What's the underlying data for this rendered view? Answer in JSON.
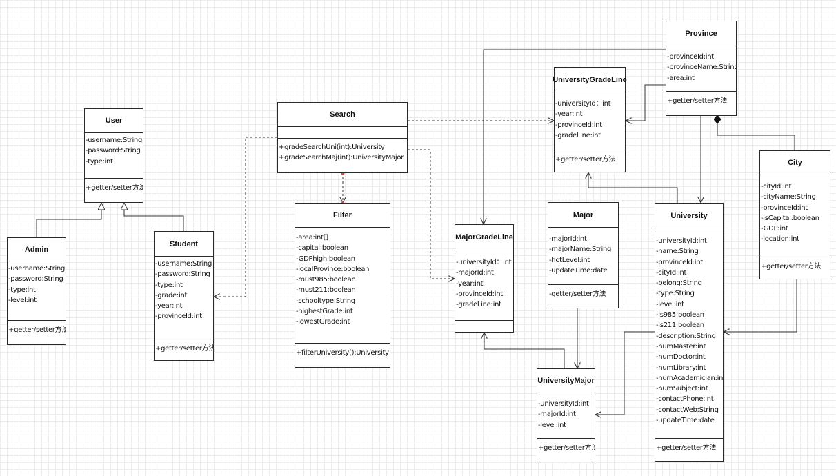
{
  "classes": {
    "user": {
      "name": "User",
      "attributes": [
        "-username:String",
        "-password:String",
        "-type:int"
      ],
      "operations": [
        "+getter/setter方法"
      ]
    },
    "admin": {
      "name": "Admin",
      "attributes": [
        "-username:String",
        "-password:String",
        "-type:int",
        "-level:int"
      ],
      "operations": [
        "+getter/setter方法"
      ]
    },
    "student": {
      "name": "Student",
      "attributes": [
        "-username:String",
        "-password:String",
        "-type:int",
        "-grade:int",
        "-year:int",
        "-provinceId:int"
      ],
      "operations": [
        "+getter/setter方法"
      ]
    },
    "search": {
      "name": "Search",
      "attributes": [],
      "operations": [
        "+gradeSearchUni(int):University",
        "+gradeSearchMaj(int):UniversityMajor"
      ]
    },
    "filter": {
      "name": "Filter",
      "attributes": [
        "-area:int[]",
        "-capital:boolean",
        "-GDPhigh:boolean",
        "-localProvince:boolean",
        "-must985:boolean",
        "-must211:boolean",
        "-schooltype:String",
        "-highestGrade:int",
        "-lowestGrade:int"
      ],
      "operations": [
        "+filterUniversity():University"
      ]
    },
    "province": {
      "name": "Province",
      "attributes": [
        "-provinceId:int",
        "-provinceName:String",
        "-area:int"
      ],
      "operations": [
        "+getter/setter方法"
      ]
    },
    "university_grade_line": {
      "name": "UniversityGradeLine",
      "attributes": [
        "-universityId：int",
        "-year:int",
        "-provinceId:int",
        "-gradeLine:int"
      ],
      "operations": [
        "+getter/setter方法"
      ]
    },
    "major_grade_line": {
      "name": "MajorGradeLine",
      "attributes": [
        "-universityId：int",
        "-majorId:int",
        "-year:int",
        "-provinceId:int",
        "-gradeLine:int"
      ],
      "operations": []
    },
    "major": {
      "name": "Major",
      "attributes": [
        "-majorId:int",
        "-majorName:String",
        "-hotLevel:int",
        "-updateTime:date"
      ],
      "operations": [
        "-getter/setter方法"
      ]
    },
    "university": {
      "name": "University",
      "attributes": [
        "-universityId:int",
        "-name:String",
        "-provinceId:int",
        "-cityId:int",
        "-belong:String",
        "-type:String",
        "-level:int",
        "-is985:boolean",
        "-is211:boolean",
        "-description:String",
        "-numMaster:int",
        "-numDoctor:int",
        "-numLibrary:int",
        "-numAcademician:int",
        "-numSubject:int",
        "-contactPhone:int",
        "-contactWeb:String",
        "-updateTime:date"
      ],
      "operations": [
        "+getter/setter方法"
      ]
    },
    "city": {
      "name": "City",
      "attributes": [
        "-cityId:int",
        "-cityName:String",
        "-provinceId:int",
        "-isCapital:boolean",
        "-GDP:int",
        "-location:int"
      ],
      "operations": [
        "+getter/setter方法"
      ]
    },
    "university_major": {
      "name": "UniversityMajor",
      "attributes": [
        "-universityId:int",
        "-majorId:int",
        "-level:int"
      ],
      "operations": [
        "+getter/setter方法"
      ]
    }
  }
}
